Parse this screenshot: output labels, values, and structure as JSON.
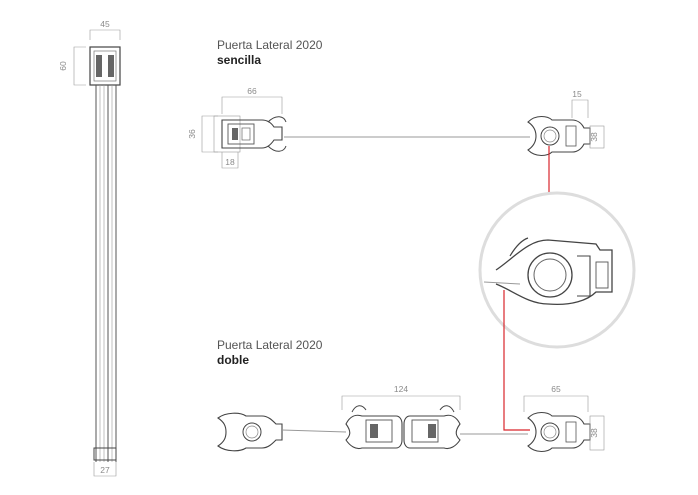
{
  "sections": {
    "single": {
      "title": "Puerta Lateral 2020",
      "subtitle": "sencilla"
    },
    "double": {
      "title": "Puerta Lateral 2020",
      "subtitle": "doble"
    }
  },
  "dimensions": {
    "rail_width": "45",
    "rail_height": "60",
    "rail_bottom": "27",
    "single_left_width": "66",
    "single_left_height": "36",
    "single_left_bottom": "18",
    "single_right_width": "15",
    "single_right_height": "38",
    "double_center_width": "124",
    "double_right_width": "65",
    "double_right_height": "38"
  },
  "colors": {
    "line": "#555555",
    "dim": "#8a8a8a",
    "highlight": "#d9252b",
    "zoom_ring": "#dddddd"
  }
}
